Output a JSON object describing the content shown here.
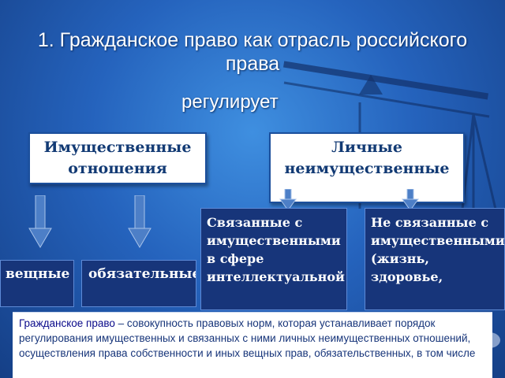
{
  "slide": {
    "title": "1. Гражданское право как отрасль российского права",
    "subtitle": "регулирует",
    "categories": {
      "property": "Имущественные отношения",
      "personal": "Личные неимущественные"
    },
    "sub_property": [
      "вещные",
      "обязательные"
    ],
    "sub_personal": [
      "Связанные с имущественными в сфере интеллектуальной",
      "Не связанные с имущественными (жизнь, здоровье,"
    ],
    "definition": {
      "term": "Гражданское право",
      "text": " – совокупность правовых норм, которая устанавливает порядок регулирования имущественных и связанных с ними личных неимущественных отношений, осуществления права собственности и иных вещных прав, обязательственных, в том числе"
    }
  }
}
